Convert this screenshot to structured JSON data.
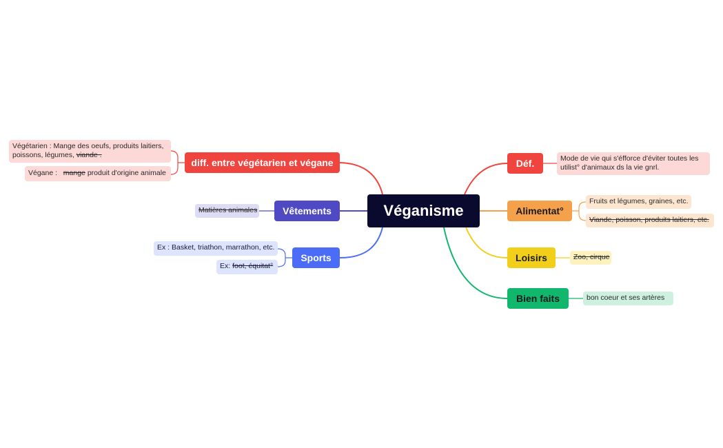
{
  "root": {
    "label": "Véganisme"
  },
  "branches": {
    "diff": {
      "label": "diff. entre végétarien et végane",
      "color": "#f0443e",
      "leaves": {
        "vegetarien": {
          "prefix": "Végétarien : Mange des oeufs, produits laitiers,",
          "line2": "poissons, légumes, ",
          "struck": "viande ."
        },
        "vegane": {
          "prefix": "Végane :   ",
          "struck": "mange",
          "suffix": " produit d'origine animale"
        }
      }
    },
    "vetements": {
      "label": "Vêtements",
      "color": "#4f4ac4",
      "leaves": {
        "matieres": {
          "struck": "Matières animales"
        }
      }
    },
    "sports": {
      "label": "Sports",
      "color": "#4a6cf7",
      "leaves": {
        "ex1": {
          "text": "Ex : Basket, triathon, marrathon, etc."
        },
        "ex2": {
          "prefix": "Ex: ",
          "struck": "foot, équitat°"
        }
      }
    },
    "def": {
      "label": "Déf.",
      "color": "#f0443e",
      "leaves": {
        "definition": {
          "line1": "Mode de vie qui s'éfforce d'éviter toutes les",
          "line2": "utilist° d'animaux ds la vie gnrl."
        }
      }
    },
    "alimentation": {
      "label": "Alimentat°",
      "color": "#f5a04a",
      "leaves": {
        "fruits": {
          "text": "Fruits et légumes, graines, etc."
        },
        "viande": {
          "struck": "Viande, poisson, produits laitiers, etc."
        }
      }
    },
    "loisirs": {
      "label": "Loisirs",
      "color": "#f2cf1a",
      "leaves": {
        "zoo": {
          "struck": "Zoo, cirque"
        }
      }
    },
    "bienfaits": {
      "label": "Bien faits",
      "color": "#12b76e",
      "leaves": {
        "coeur": {
          "text": "bon coeur et ses artères"
        }
      }
    }
  }
}
